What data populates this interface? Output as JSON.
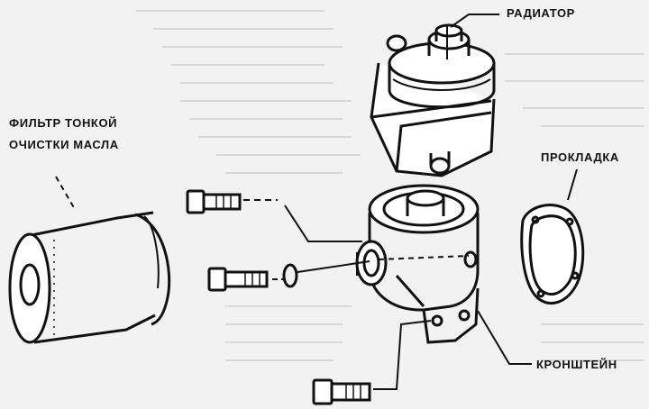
{
  "labels": {
    "radiator": "РАДИАТОР",
    "filter_line1": "ФИЛЬТР ТОНКОЙ",
    "filter_line2": "ОЧИСТКИ МАСЛА",
    "gasket": "ПРОКЛАДКА",
    "bracket": "КРОНШТЕЙН"
  },
  "colors": {
    "ink": "#111111",
    "paper": "#f2f2f2",
    "bleed_text": "#c9c9c9"
  }
}
